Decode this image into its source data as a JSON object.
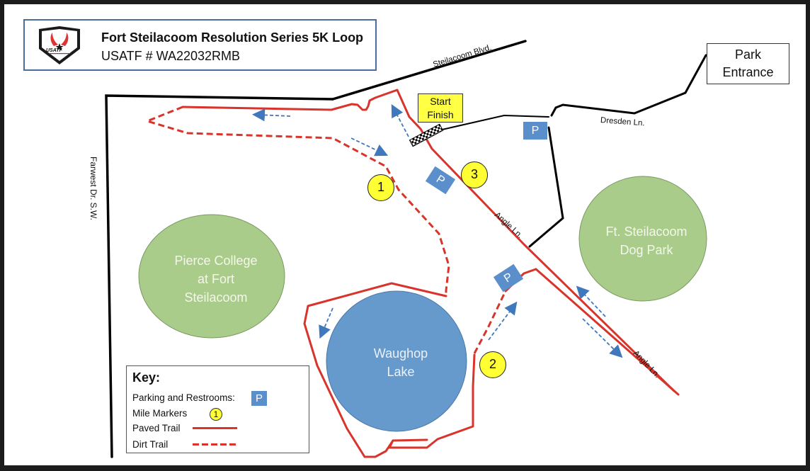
{
  "header": {
    "title": "Fort Steilacoom Resolution Series 5K Loop",
    "subtitle": "USATF # WA22032RMB",
    "logo_text": "USATF",
    "logo_icon": "usatf-shield-logo"
  },
  "landmarks": {
    "park_entrance": [
      "Park",
      "Entrance"
    ],
    "start_finish": [
      "Start",
      "Finish"
    ],
    "pierce_college": [
      "Pierce College",
      "at Fort",
      "Steilacoom"
    ],
    "dog_park": [
      "Ft. Steilacoom",
      "Dog Park"
    ],
    "lake": [
      "Waughop",
      "Lake"
    ]
  },
  "roads": {
    "steilacoom_blvd": "Steilacoom Blvd.",
    "dresden_ln": "Dresden Ln.",
    "farwest_dr": "Farwest Dr. S.W.",
    "angle_ln_upper": "Angle Ln.",
    "angle_ln_lower": "Angle Ln."
  },
  "mile_markers": [
    {
      "label": "1"
    },
    {
      "label": "2"
    },
    {
      "label": "3"
    }
  ],
  "parking": [
    {
      "label": "P",
      "location": "dresden"
    },
    {
      "label": "P",
      "location": "near-mile-3"
    },
    {
      "label": "P",
      "location": "angle-ln-south"
    }
  ],
  "key": {
    "title": "Key:",
    "parking_label": "Parking and Restrooms:",
    "parking_symbol": "P",
    "mile_label": "Mile Markers",
    "mile_symbol": "1",
    "paved_label": "Paved Trail",
    "dirt_label": "Dirt Trail"
  },
  "colors": {
    "trail": "#d8342b",
    "parking": "#5b8fcb",
    "lake": "#6699cc",
    "park": "#a9cc8a",
    "mile_marker": "#ffff33",
    "start_box": "#ffff44",
    "arrow": "#3f78bd",
    "title_border": "#4a6d9a"
  }
}
